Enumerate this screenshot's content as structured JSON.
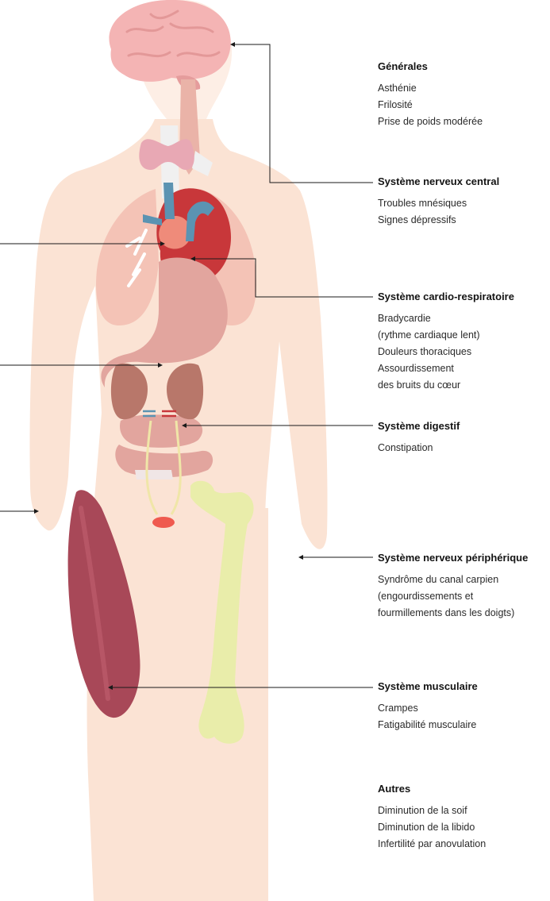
{
  "colors": {
    "skin": "#fbe3d4",
    "brain": "#f4b4b4",
    "thyroid": "#e8a8b4",
    "lungs": "#f4c3b6",
    "heart": "#c8373a",
    "vessels": "#5b93b2",
    "digestive": "#e2a59e",
    "kidneys": "#b8776a",
    "muscle": "#a84858",
    "bone": "#e9edaa",
    "bladder": "#ef5a4f",
    "leader_line": "#1a1a1a"
  },
  "sections": {
    "generales": {
      "title": "Générales",
      "items": [
        "Asthénie",
        "Frilosité",
        "Prise de poids modérée"
      ]
    },
    "snc": {
      "title": "Système nerveux central",
      "items": [
        "Troubles mnésiques",
        "Signes dépressifs"
      ]
    },
    "cardio": {
      "title": "Système cardio-respiratoire",
      "items": [
        "Bradycardie",
        "(rythme cardiaque lent)",
        "Douleurs thoraciques",
        "Assourdissement",
        "des bruits du cœur"
      ]
    },
    "digestif": {
      "title": "Système digestif",
      "items": [
        "Constipation"
      ]
    },
    "snp": {
      "title": "Système nerveux périphérique",
      "items": [
        "Syndrôme du canal carpien",
        "(engourdissements et",
        "fourmillements dans les doigts)"
      ]
    },
    "musc": {
      "title": "Système musculaire",
      "items": [
        "Crampes",
        "Fatigabilité musculaire"
      ]
    },
    "autres": {
      "title": "Autres",
      "items": [
        "Diminution de la soif",
        "Diminution de la libido",
        "Infertilité par anovulation"
      ]
    }
  }
}
